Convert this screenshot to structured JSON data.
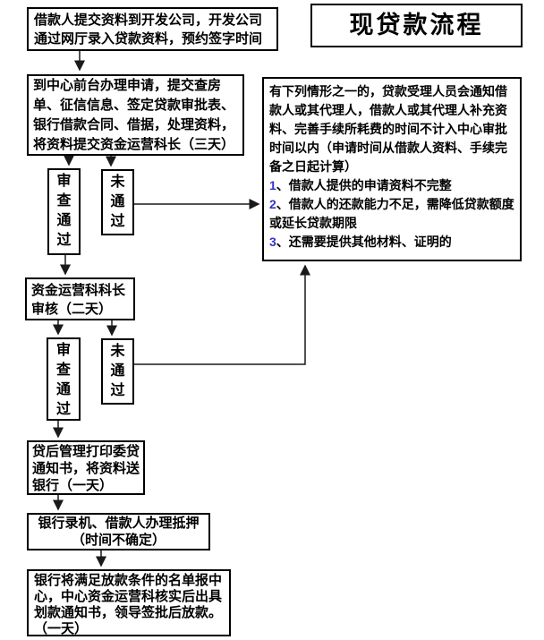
{
  "page": {
    "title": "现贷款流程"
  },
  "flow": {
    "start": "借款人提交资料到开发公司，开发公司通过网厅录入贷款资料，预约签字时间",
    "apply": "到中心前台办理申请，提交查房单、征信信息、签定贷款审批表、银行借款合同、借据，处理资料，将资料提交资金运营科长（三天）",
    "review_pass_1": "审查通过",
    "review_fail_1": "未通过",
    "director_review": "资金运营科科长审核（二天）",
    "review_pass_2": "审查通过",
    "review_fail_2": "未通过",
    "post_loan": "贷后管理打印委贷通知书，将资料送银行（一天）",
    "bank_mortgage": "银行录机、借款人办理抵押（时间不确定）",
    "disbursement": "银行将满足放款条件的名单报中心，中心资金运营科核实后出具划款通知书，领导签批后放款。（一天）"
  },
  "note": {
    "intro": "有下列情形之一的，贷款受理人员会通知借款人或其代理人，借款人或其代理人补充资料、完善手续所耗费的时间不计入中心审批时间以内（申请时间从借款人资料、手续完备之日起计算）",
    "items": [
      {
        "num": "1",
        "sep": "、",
        "text": "借款人提供的申请资料不完整"
      },
      {
        "num": "2",
        "sep": "、",
        "text": "借款人的还款能力不足，需降低贷款额度或延长贷款期限"
      },
      {
        "num": "3",
        "sep": "、",
        "text": "还需要提供其他材料、证明的"
      }
    ]
  },
  "colors": {
    "border": "#000000",
    "text": "#000000",
    "list_number": "#3333CC",
    "background": "#FFFFFF"
  }
}
